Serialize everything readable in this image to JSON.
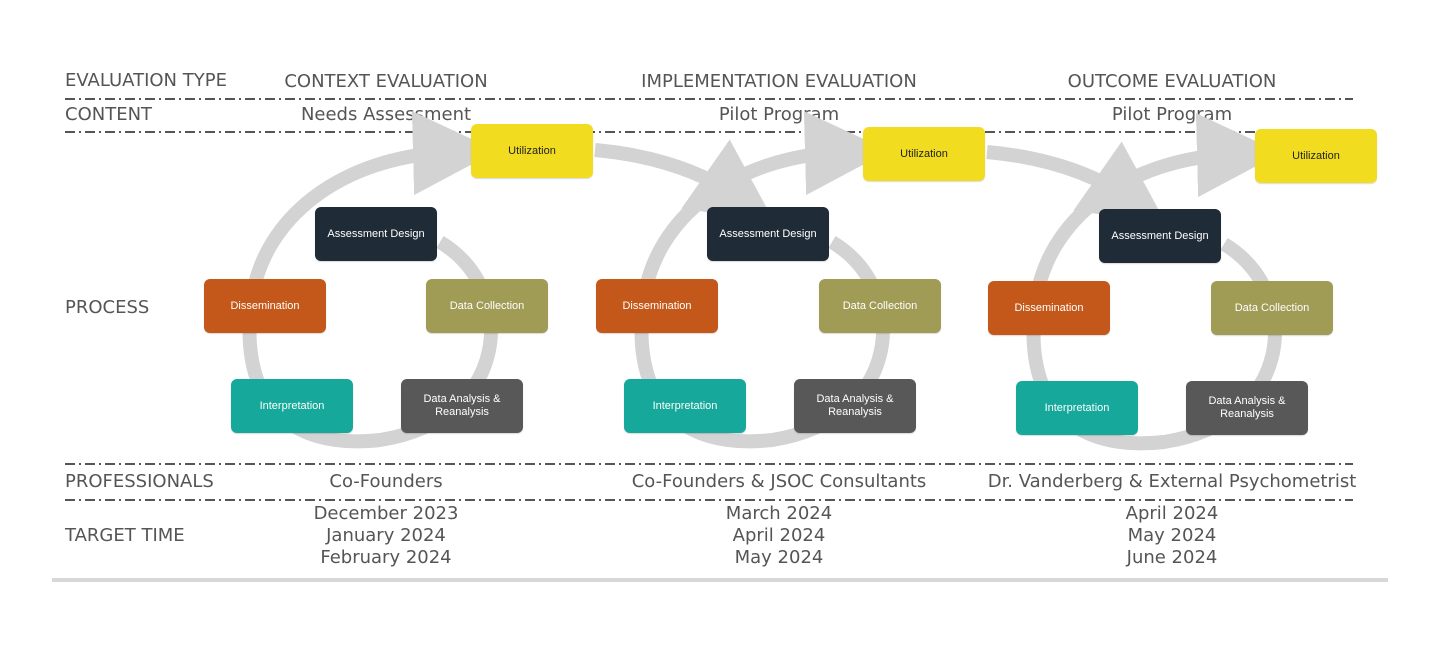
{
  "rows": {
    "evaluation_type": "EVALUATION TYPE",
    "content": "CONTENT",
    "process": "PROCESS",
    "professionals": "PROFESSIONALS",
    "target_time": "TARGET TIME"
  },
  "columns": [
    {
      "evaluation": "CONTEXT EVALUATION",
      "content": "Needs Assessment",
      "professionals": "Co-Founders",
      "times": [
        "December 2023",
        "January 2024",
        "February 2024"
      ]
    },
    {
      "evaluation": "IMPLEMENTATION EVALUATION",
      "content": "Pilot Program",
      "professionals": "Co-Founders & JSOC Consultants",
      "times": [
        "March 2024",
        "April 2024",
        "May 2024"
      ]
    },
    {
      "evaluation": "OUTCOME EVALUATION",
      "content": "Pilot Program",
      "professionals": "Dr. Vanderberg & External Psychometrist",
      "times": [
        "April 2024",
        "May 2024",
        "June 2024"
      ]
    }
  ],
  "cycle_steps": {
    "utilization": "Utilization",
    "assessment_design": "Assessment Design",
    "data_collection": "Data Collection",
    "data_analysis": "Data Analysis & Reanalysis",
    "interpretation": "Interpretation",
    "dissemination": "Dissemination"
  },
  "colors": {
    "utilization": "#f2dc1f",
    "assessment_design": "#1f2b36",
    "data_collection": "#a09b55",
    "data_analysis": "#585858",
    "interpretation": "#16a89a",
    "dissemination": "#c4581a",
    "arrow": "#d3d3d3"
  }
}
